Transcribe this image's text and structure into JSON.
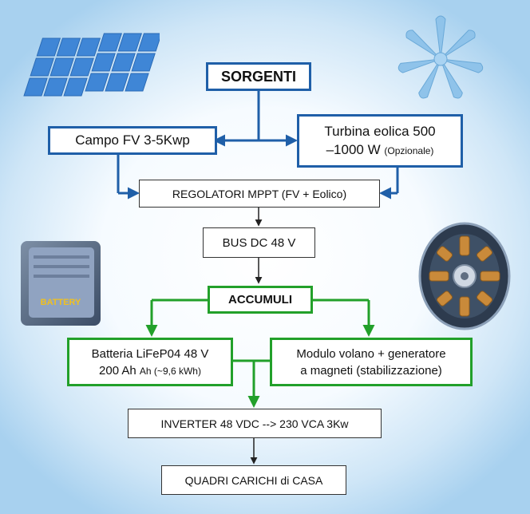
{
  "sources": {
    "title": "SORGENTI"
  },
  "pv_field": {
    "label": "Campo FV 3-5Kwp"
  },
  "wind_turbine": {
    "line1": "Turbina eolica 500",
    "line2": "–1000 W",
    "note": "(Opzionale)"
  },
  "mppt": {
    "label": "REGOLATORI MPPT (FV + Eolico)"
  },
  "dc_bus": {
    "label": "BUS DC 48 V"
  },
  "storage": {
    "title": "ACCUMULI"
  },
  "battery": {
    "line1": "Batteria LiFeP04 48 V",
    "line2": "200 Ah",
    "note": "Ah (~9,6 kWh)"
  },
  "flywheel": {
    "line1": "Modulo volano + generatore",
    "line2": "a magneti (stabilizzazione)"
  },
  "inverter": {
    "label": "INVERTER 48 VDC --> 230 VCA 3Kw"
  },
  "loads": {
    "label": "QUADRI CARICHI di CASA"
  },
  "battery_image": {
    "label": "BATTERY"
  },
  "colors": {
    "blue": "#1f5fa8",
    "green": "#22a02a",
    "black": "#222222"
  }
}
